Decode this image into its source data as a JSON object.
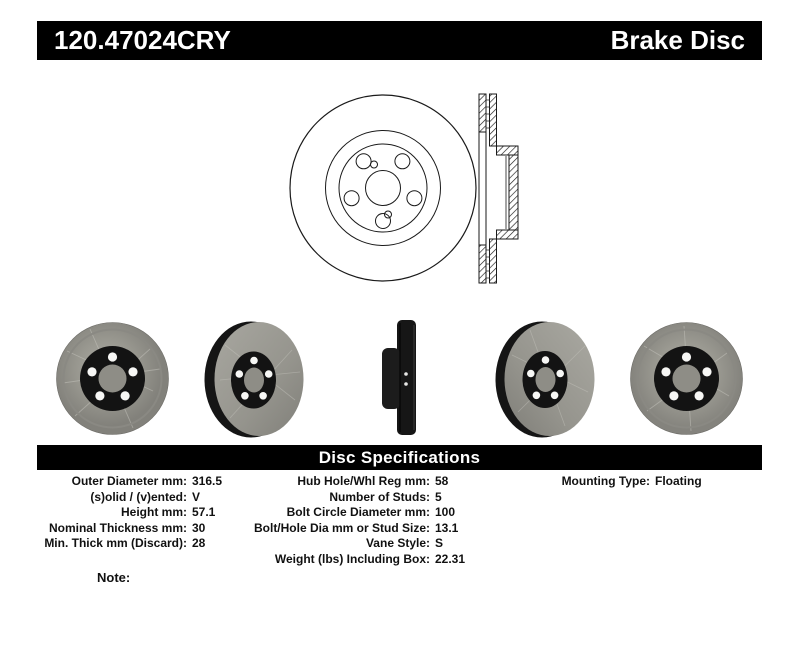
{
  "header": {
    "part_number": "120.47024CRY",
    "product_type": "Brake Disc"
  },
  "sections": {
    "spec_header": "Disc Specifications",
    "note_label": "Note:"
  },
  "specs": {
    "left": [
      {
        "label": "Outer Diameter mm:",
        "value": "316.5"
      },
      {
        "label": "(s)olid / (v)ented:",
        "value": "V"
      },
      {
        "label": "Height mm:",
        "value": "57.1"
      },
      {
        "label": "Nominal Thickness mm:",
        "value": "30"
      },
      {
        "label": "Min. Thick mm (Discard):",
        "value": "28"
      }
    ],
    "middle": [
      {
        "label": "Hub Hole/Whl Reg mm:",
        "value": "58"
      },
      {
        "label": "Number of Studs:",
        "value": "5"
      },
      {
        "label": "Bolt Circle Diameter mm:",
        "value": "100"
      },
      {
        "label": "Bolt/Hole Dia mm or Stud Size:",
        "value": "13.1"
      },
      {
        "label": "Vane Style:",
        "value": "S"
      },
      {
        "label": "Weight (lbs) Including Box:",
        "value": "22.31"
      }
    ],
    "right": [
      {
        "label": "Mounting Type:",
        "value": "Floating"
      }
    ]
  },
  "images": {
    "drawing_front": "rotor-front-line-drawing",
    "drawing_section": "rotor-cross-section-drawing",
    "photos": [
      "front-view-photo",
      "angled-view-photo",
      "edge-view-photo",
      "angled-view-photo",
      "front-view-photo"
    ]
  },
  "colors": {
    "bar_bg": "#000000",
    "bar_text": "#ffffff",
    "text": "#111111",
    "line": "#1a1a1a",
    "rotor_face": "#98978f",
    "hub": "#141414"
  }
}
